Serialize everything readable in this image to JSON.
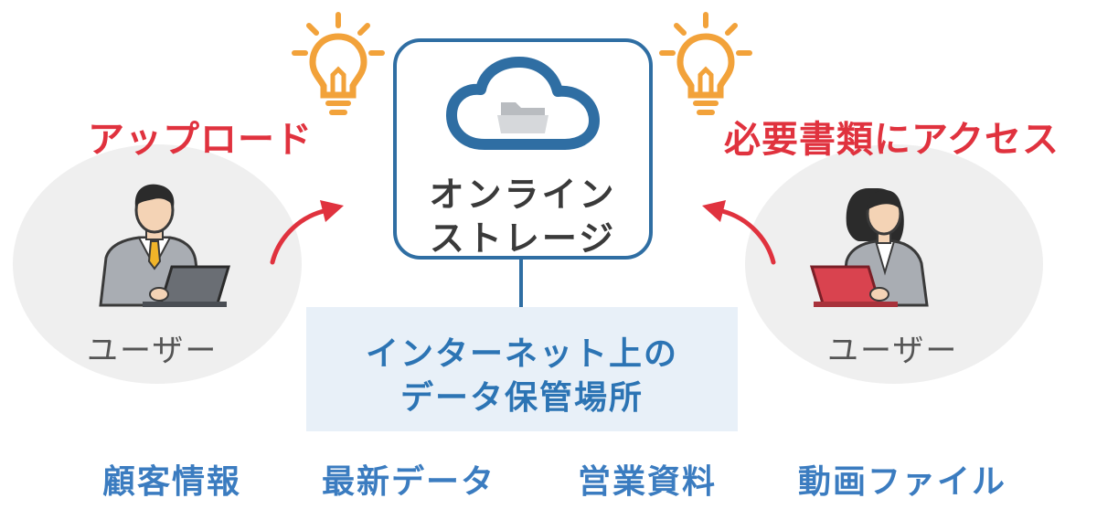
{
  "labels": {
    "upload": "アップロード",
    "access": "必要書類にアクセス",
    "user_left": "ユーザー",
    "user_right": "ユーザー"
  },
  "storage": {
    "line1": "オンライン",
    "line2": "ストレージ"
  },
  "info": {
    "line1": "インターネット上の",
    "line2": "データ保管場所"
  },
  "bottom_items": [
    "顧客情報",
    "最新データ",
    "営業資料",
    "動画ファイル"
  ],
  "icons": {
    "cloud": "cloud-folder-icon",
    "bulb": "lightbulb-icon",
    "arrow": "curved-arrow-icon",
    "user_male": "businessman-laptop-icon",
    "user_female": "businesswoman-laptop-icon"
  },
  "colors": {
    "red": "#e0323e",
    "blue": "#2f6ea3",
    "bulb": "#f2a23a",
    "info_bg": "#e8f0f8"
  }
}
